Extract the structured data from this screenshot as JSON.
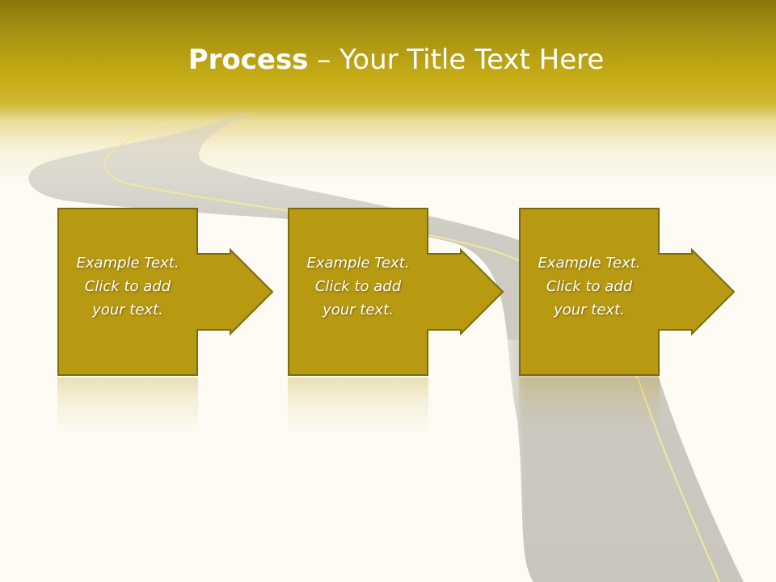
{
  "slide": {
    "title_bold": "Process",
    "title_rest": " – Your Title Text Here"
  },
  "steps": [
    {
      "line1": "Example Text.",
      "line2": "Click  to add",
      "line3": "your text."
    },
    {
      "line1": "Example Text.",
      "line2": "Click  to add",
      "line3": "your text."
    },
    {
      "line1": "Example Text.",
      "line2": "Click  to add",
      "line3": "your text."
    }
  ],
  "colors": {
    "header_dark": "#8a760b",
    "header_light": "#c8ae16",
    "step_fill": "#b79912",
    "step_stroke": "#7d6a0c",
    "road": "#cbc8c0",
    "road_line": "#f3e6a0",
    "background": "#fdfbf3"
  }
}
